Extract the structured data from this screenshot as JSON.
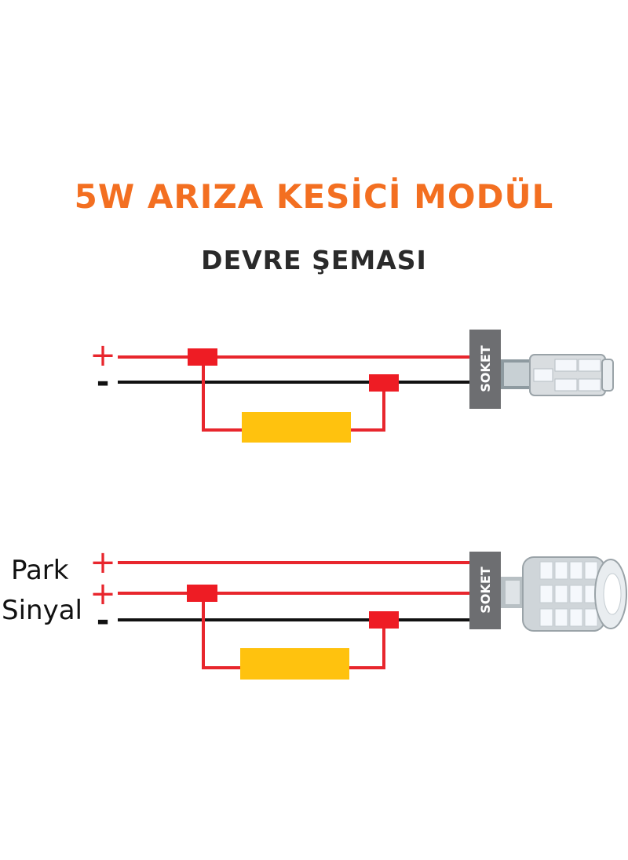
{
  "title": "5W ARIZA KESİCİ MODÜL",
  "subtitle": "DEVRE ŞEMASI",
  "colors": {
    "title": "#f36f21",
    "positive_wire": "#e8262d",
    "negative_wire": "#111111",
    "connector": "#ee1c24",
    "resistor": "#ffc20e",
    "socket": "#6d6e71"
  },
  "diagram_top": {
    "positive_symbol": "+",
    "negative_symbol": "-",
    "socket_label": "SOKET",
    "bulb": "T10-led-bulb-icon"
  },
  "diagram_bottom": {
    "park_label": "Park",
    "signal_label": "Sinyal",
    "park_symbol": "+",
    "signal_symbol": "+",
    "negative_symbol": "-",
    "socket_label": "SOKET",
    "bulb": "1156-led-bulb-icon"
  }
}
